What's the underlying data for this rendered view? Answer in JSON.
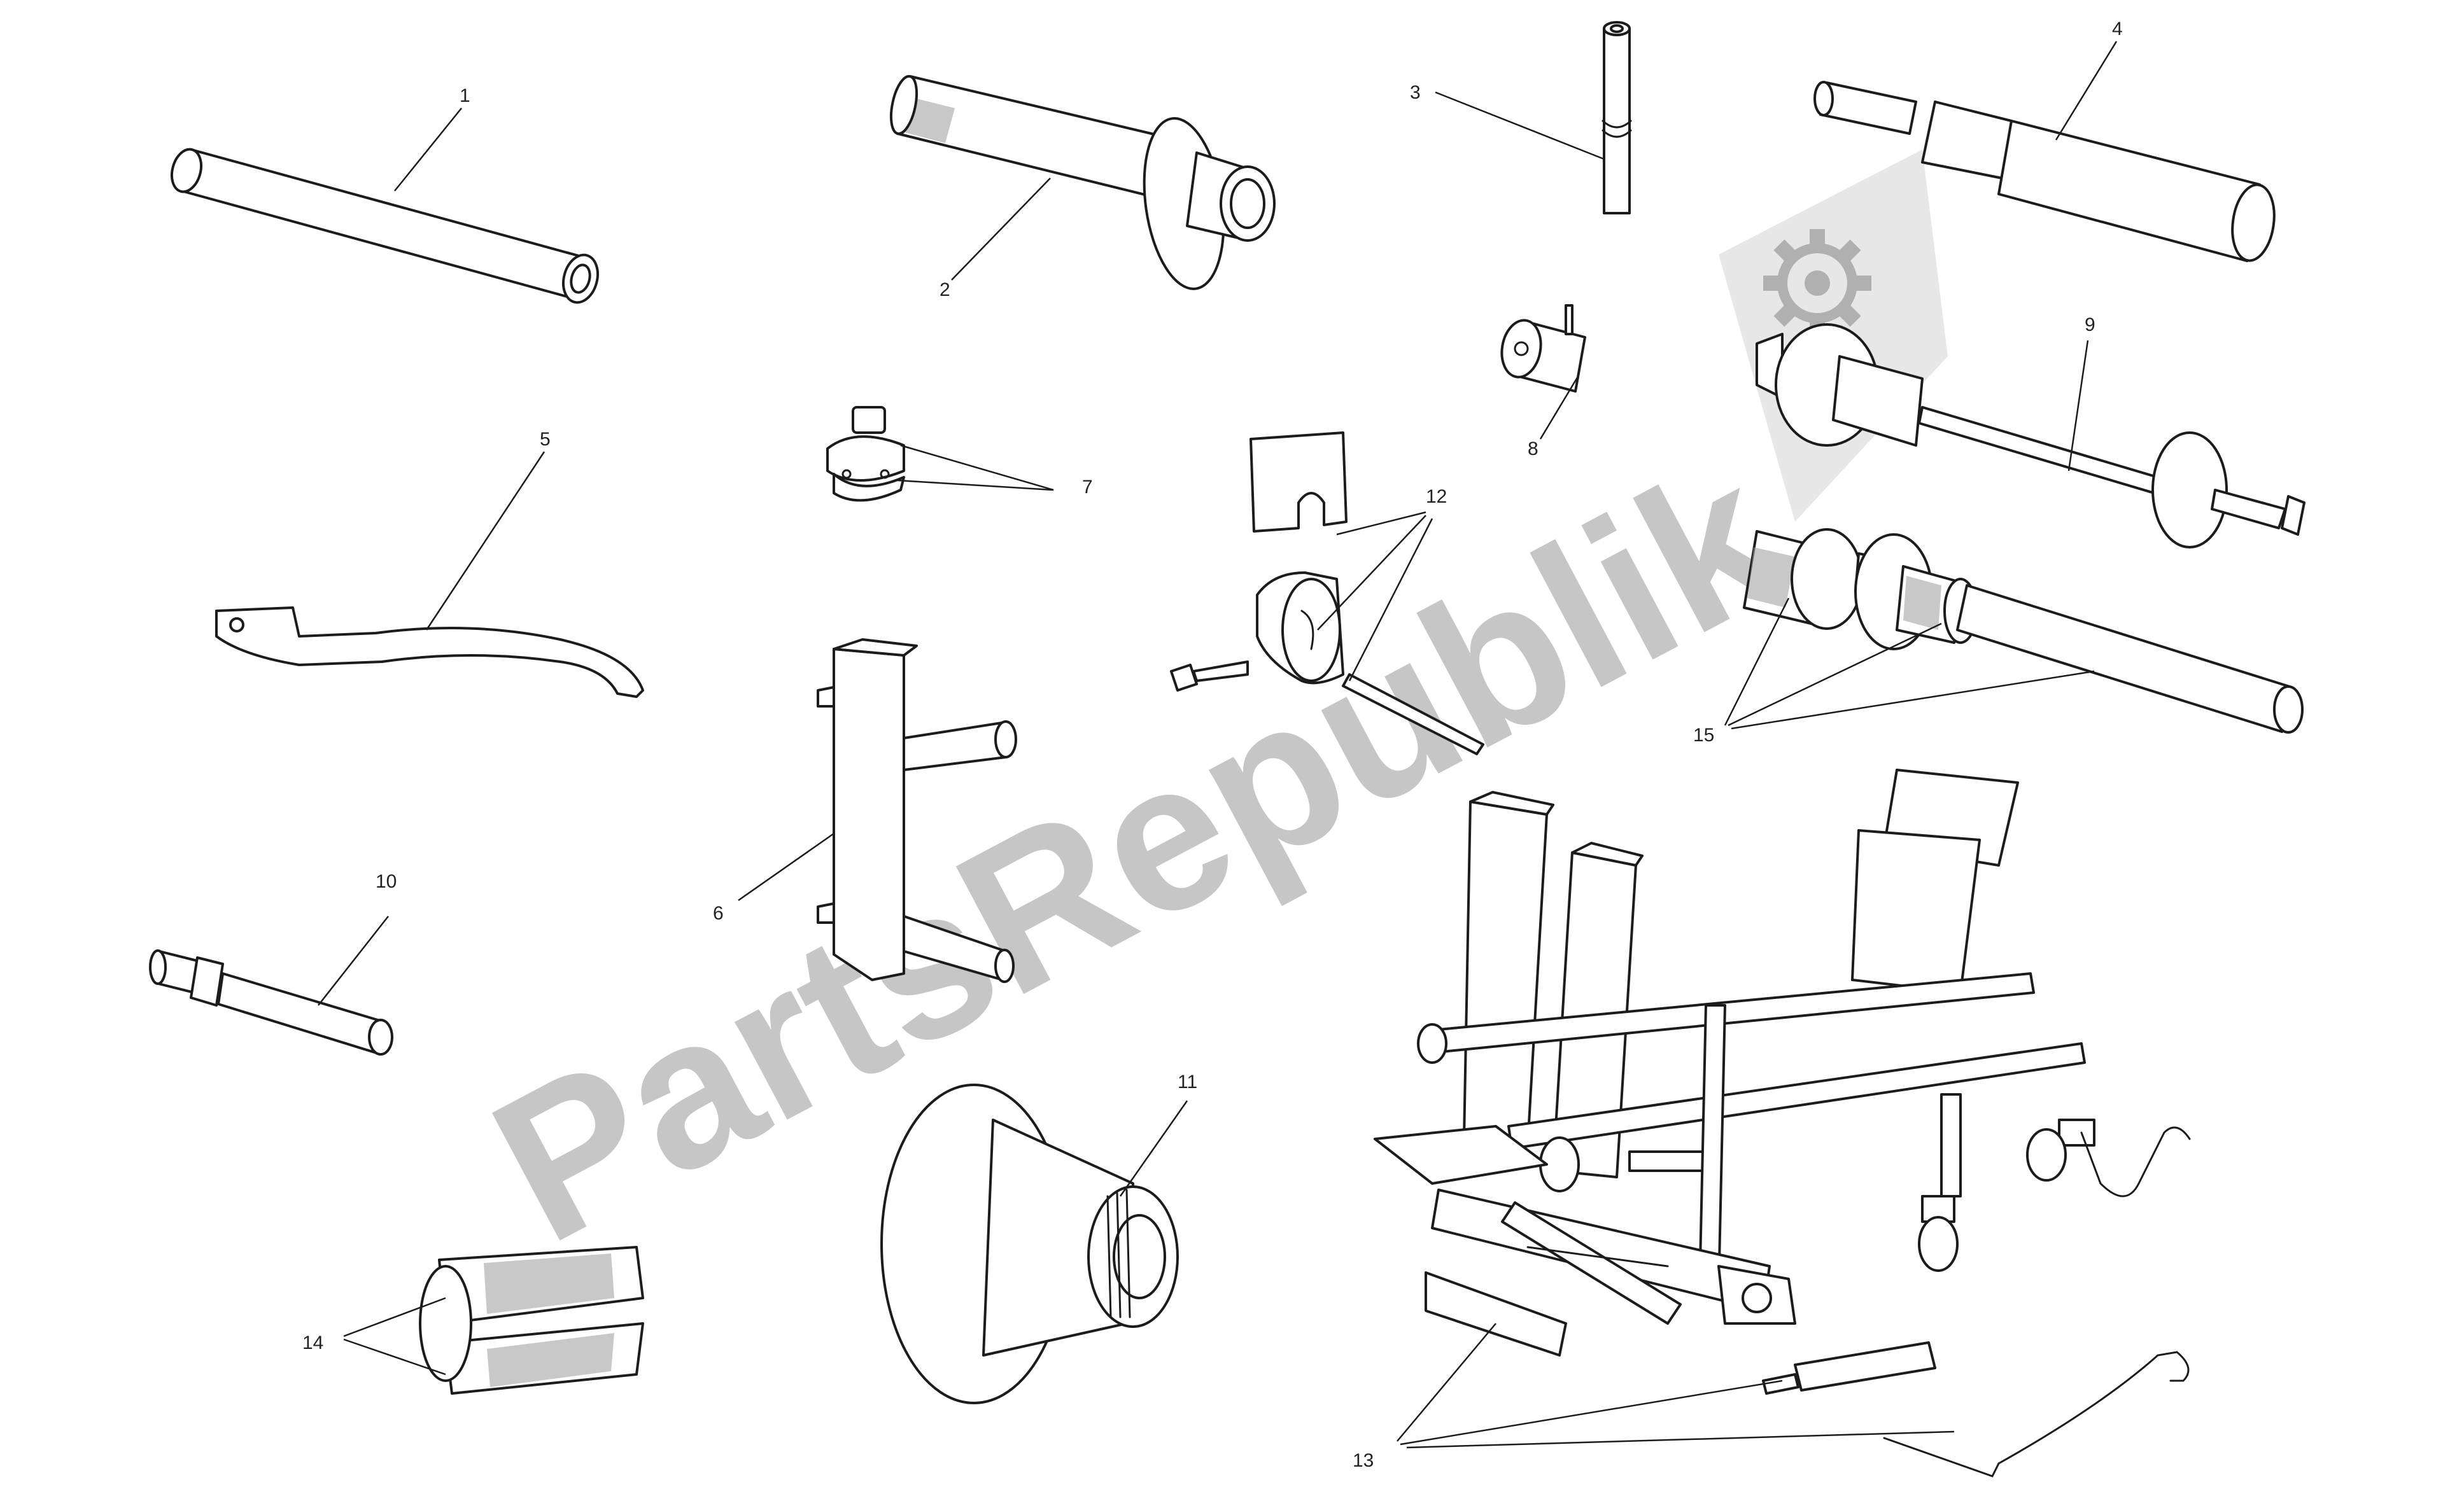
{
  "watermark": {
    "text": "PartsRepublik",
    "logo_icon": "gear-shield-icon",
    "color": "#c6c6c6"
  },
  "colors": {
    "background": "#ffffff",
    "line": "#1c1c1c"
  },
  "callouts": [
    {
      "id": "1",
      "number": "1"
    },
    {
      "id": "2",
      "number": "2"
    },
    {
      "id": "3",
      "number": "3"
    },
    {
      "id": "4",
      "number": "4"
    },
    {
      "id": "5",
      "number": "5"
    },
    {
      "id": "6",
      "number": "6"
    },
    {
      "id": "7",
      "number": "7"
    },
    {
      "id": "8",
      "number": "8"
    },
    {
      "id": "9",
      "number": "9"
    },
    {
      "id": "10",
      "number": "10"
    },
    {
      "id": "11",
      "number": "11"
    },
    {
      "id": "12",
      "number": "12"
    },
    {
      "id": "13",
      "number": "13"
    },
    {
      "id": "14",
      "number": "14"
    },
    {
      "id": "15",
      "number": "15"
    }
  ]
}
